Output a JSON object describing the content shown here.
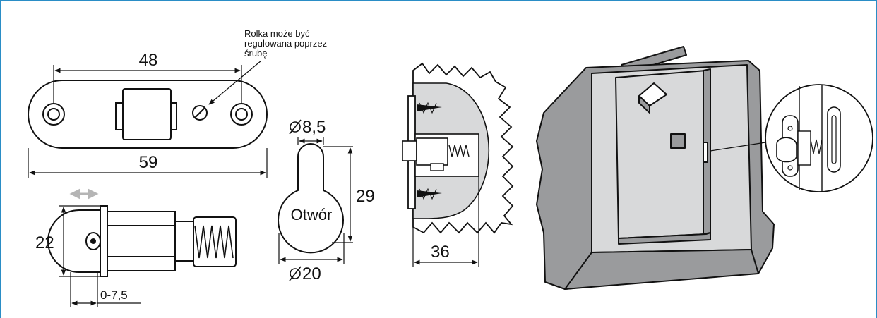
{
  "note": {
    "line1": "Rolka może być",
    "line2": "regulowana poprzez",
    "line3": "śrubę"
  },
  "dimensions": {
    "hole_spacing": "48",
    "plate_length": "59",
    "height": "22",
    "adjust_range": "0-7,5",
    "small_diameter": "8,5",
    "large_diameter": "20",
    "hole_height": "29",
    "depth": "36",
    "hole_label": "Otwór"
  },
  "colors": {
    "frame": "#2a8dc6",
    "stroke": "#111111",
    "grey_fill": "#d8d9da",
    "dark_grey": "#9a9b9d",
    "arrow_grey": "#b5b5b5"
  }
}
